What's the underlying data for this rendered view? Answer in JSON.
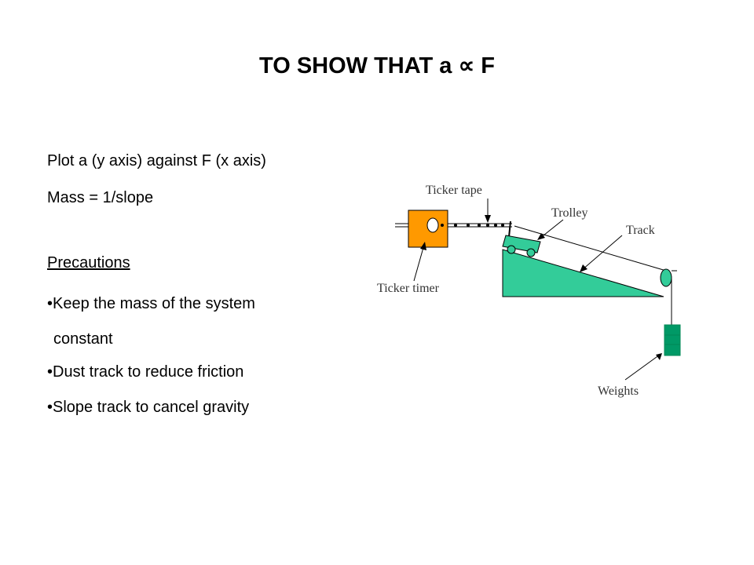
{
  "slide": {
    "title": "TO SHOW THAT a ∝ F",
    "text": {
      "plot": "Plot a (y axis) against F (x axis)",
      "mass": "Mass = 1/slope",
      "precautions_heading": "Precautions",
      "bullet_1_line_1": "•Keep the mass of the system",
      "bullet_1_line_2": "constant",
      "bullet_2": "•Dust track to reduce friction",
      "bullet_3": "•Slope track to cancel gravity"
    }
  },
  "diagram": {
    "labels": {
      "ticker_tape": "Ticker tape",
      "trolley": "Trolley",
      "track": "Track",
      "ticker_timer": "Ticker timer",
      "weights": "Weights"
    },
    "colors": {
      "timer": "#ff9900",
      "apparatus": "#33cc99",
      "weights": "#009966"
    }
  }
}
